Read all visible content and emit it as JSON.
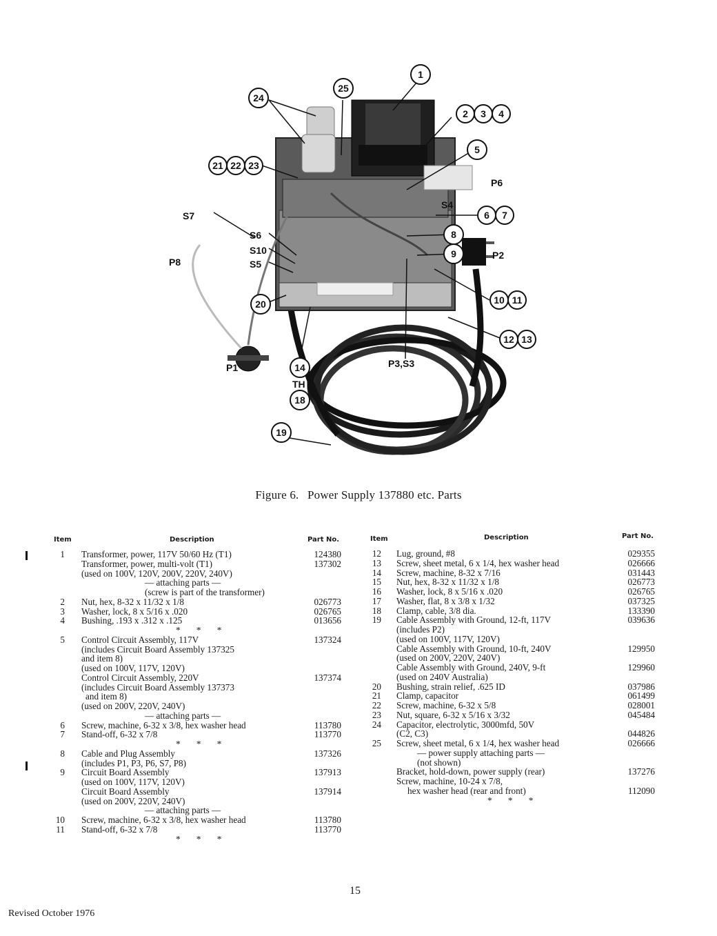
{
  "figure": {
    "label": "Figure 6.",
    "title": "Power Supply 137880 etc. Parts",
    "callouts": {
      "c1": "1",
      "c2": "2",
      "c3": "3",
      "c4": "4",
      "c5": "5",
      "c6": "6",
      "c7": "7",
      "c8": "8",
      "c9": "9",
      "c10": "10",
      "c11": "11",
      "c12": "12",
      "c13": "13",
      "c14": "14",
      "c18": "18",
      "c19": "19",
      "c20": "20",
      "c21": "21",
      "c22": "22",
      "c23": "23",
      "c24": "24",
      "c25": "25"
    },
    "labels": {
      "p6": "P6",
      "s4": "S4",
      "p2": "P2",
      "s7": "S7",
      "p8": "P8",
      "s6": "S6",
      "s10": "S10",
      "s5": "S5",
      "p1": "P1",
      "th": "TH",
      "p3s3": "P3,S3"
    }
  },
  "headers": {
    "item": "Item",
    "description": "Description",
    "part_no": "Part No."
  },
  "left_rows": [
    {
      "item": "1",
      "desc": "Transformer, power, 117V 50/60 Hz (T1)",
      "part": "124380"
    },
    {
      "item": "",
      "desc": "Transformer, power, multi-volt (T1)",
      "part": "137302"
    },
    {
      "item": "",
      "desc": "(used on 100V, 120V, 200V, 220V, 240V)",
      "part": ""
    },
    {
      "item": "",
      "desc": "— attaching parts —",
      "part": ""
    },
    {
      "item": "",
      "desc": "(screw is part of the transformer)",
      "part": ""
    },
    {
      "item": "2",
      "desc": "Nut, hex, 8-32 x 11/32 x 1/8",
      "part": "026773"
    },
    {
      "item": "3",
      "desc": "Washer, lock, 8 x 5/16 x .020",
      "part": "026765"
    },
    {
      "item": "4",
      "desc": "Bushing, .193 x .312 x .125",
      "part": "013656"
    },
    {
      "item": "",
      "desc": "* * *",
      "part": ""
    },
    {
      "item": "5",
      "desc": "Control Circuit Assembly, 117V",
      "part": "137324"
    },
    {
      "item": "",
      "desc": "(includes Circuit Board Assembly 137325",
      "part": ""
    },
    {
      "item": "",
      "desc": "and item 8)",
      "part": ""
    },
    {
      "item": "",
      "desc": "(used on 100V, 117V, 120V)",
      "part": ""
    },
    {
      "item": "",
      "desc": "Control Circuit Assembly, 220V",
      "part": "137374"
    },
    {
      "item": "",
      "desc": "(includes Circuit Board Assembly 137373",
      "part": ""
    },
    {
      "item": "",
      "desc": "and item 8)",
      "part": ""
    },
    {
      "item": "",
      "desc": "(used on 200V, 220V, 240V)",
      "part": ""
    },
    {
      "item": "",
      "desc": "— attaching parts —",
      "part": ""
    },
    {
      "item": "6",
      "desc": "Screw, machine, 6-32 x 3/8, hex washer head",
      "part": "113780"
    },
    {
      "item": "7",
      "desc": "Stand-off, 6-32 x 7/8",
      "part": "113770"
    },
    {
      "item": "",
      "desc": "* * *",
      "part": ""
    },
    {
      "item": "8",
      "desc": "Cable and Plug Assembly",
      "part": "137326"
    },
    {
      "item": "",
      "desc": "(includes P1, P3, P6, S7, P8)",
      "part": ""
    },
    {
      "item": "9",
      "desc": "Circuit Board Assembly",
      "part": "137913"
    },
    {
      "item": "",
      "desc": "(used on 100V, 117V, 120V)",
      "part": ""
    },
    {
      "item": "",
      "desc": "Circuit Board Assembly",
      "part": "137914"
    },
    {
      "item": "",
      "desc": "(used on 200V, 220V, 240V)",
      "part": ""
    },
    {
      "item": "",
      "desc": "— attaching parts —",
      "part": ""
    },
    {
      "item": "10",
      "desc": "Screw, machine, 6-32 x 3/8, hex washer head",
      "part": "113780"
    },
    {
      "item": "11",
      "desc": "Stand-off, 6-32 x 7/8",
      "part": "113770"
    },
    {
      "item": "",
      "desc": "* * *",
      "part": ""
    }
  ],
  "right_rows": [
    {
      "item": "12",
      "desc": "Lug, ground, #8",
      "part": "029355"
    },
    {
      "item": "13",
      "desc": "Screw, sheet metal, 6 x 1/4, hex washer head",
      "part": "026666"
    },
    {
      "item": "14",
      "desc": "Screw, machine, 8-32 x 7/16",
      "part": "031443"
    },
    {
      "item": "15",
      "desc": "Nut, hex, 8-32 x 11/32 x 1/8",
      "part": "026773"
    },
    {
      "item": "16",
      "desc": "Washer, lock, 8 x 5/16 x .020",
      "part": "026765"
    },
    {
      "item": "17",
      "desc": "Washer, flat, 8 x 3/8 x 1/32",
      "part": "037325"
    },
    {
      "item": "18",
      "desc": "Clamp, cable, 3/8 dia.",
      "part": "133390"
    },
    {
      "item": "19",
      "desc": "Cable Assembly with Ground, 12-ft, 117V",
      "part": "039636"
    },
    {
      "item": "",
      "desc": "(includes P2)",
      "part": ""
    },
    {
      "item": "",
      "desc": "(used on 100V, 117V, 120V)",
      "part": ""
    },
    {
      "item": "",
      "desc": "Cable Assembly with Ground, 10-ft, 240V",
      "part": "129950"
    },
    {
      "item": "",
      "desc": "(used on 200V, 220V, 240V)",
      "part": ""
    },
    {
      "item": "",
      "desc": "Cable Assembly with Ground, 240V, 9-ft",
      "part": "129960"
    },
    {
      "item": "",
      "desc": "(used on 240V Australia)",
      "part": ""
    },
    {
      "item": "20",
      "desc": "Bushing, strain relief, .625 ID",
      "part": "037986"
    },
    {
      "item": "21",
      "desc": "Clamp, capacitor",
      "part": "061499"
    },
    {
      "item": "22",
      "desc": "Screw, machine, 6-32 x 5/8",
      "part": "028001"
    },
    {
      "item": "23",
      "desc": "Nut, square, 6-32 x 5/16 x 3/32",
      "part": "045484"
    },
    {
      "item": "24",
      "desc": "Capacitor, electrolytic, 3000mfd, 50V",
      "part": ""
    },
    {
      "item": "",
      "desc": "(C2, C3)",
      "part": "044826"
    },
    {
      "item": "25",
      "desc": "Screw, sheet metal, 6 x 1/4, hex washer head",
      "part": "026666"
    },
    {
      "item": "",
      "desc": "— power supply attaching parts —",
      "part": ""
    },
    {
      "item": "",
      "desc": "(not shown)",
      "part": ""
    },
    {
      "item": "",
      "desc": "Bracket, hold-down, power supply (rear)",
      "part": "137276"
    },
    {
      "item": "",
      "desc": "Screw, machine, 10-24 x 7/8,",
      "part": ""
    },
    {
      "item": "",
      "desc": "hex washer head (rear and front)",
      "part": "112090"
    },
    {
      "item": "",
      "desc": "* * *",
      "part": ""
    }
  ],
  "page_number": "15",
  "footer": "Revised October 1976"
}
